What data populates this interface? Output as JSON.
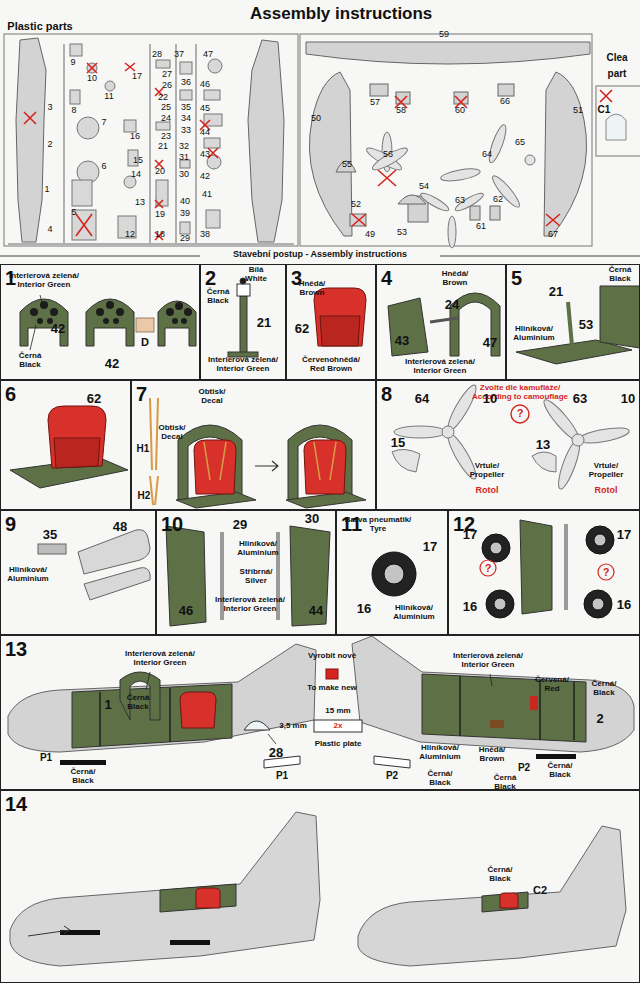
{
  "diagram": {
    "title": "Assembly instructions",
    "nodes": [
      {
        "text": [
          "1"
        ]
      },
      {
        "text": [
          "2"
        ]
      },
      {
        "text": [
          "3"
        ]
      },
      {
        "text": [
          "4"
        ]
      },
      {
        "text": [
          "5"
        ]
      },
      {
        "text": [
          "6"
        ]
      },
      {
        "text": [
          "7"
        ]
      },
      {
        "text": [
          "8"
        ]
      },
      {
        "text": [
          "9"
        ]
      },
      {
        "text": [
          "10"
        ]
      },
      {
        "text": [
          "11"
        ]
      },
      {
        "text": [
          "12"
        ]
      },
      {
        "text": [
          "13"
        ]
      },
      {
        "text": [
          "14"
        ]
      }
    ],
    "labels": [
      "Plastic parts",
      "28",
      "37",
      "9",
      "47",
      "10",
      "17",
      "27",
      "36",
      "46",
      "26",
      "11",
      "22",
      "3",
      "8",
      "25",
      "35",
      "45",
      "24",
      "34",
      "7",
      "16",
      "23",
      "33",
      "44",
      "2",
      "21",
      "32",
      "6",
      "15",
      "31",
      "43",
      "14",
      "20",
      "30",
      "42",
      "1",
      "41",
      "40",
      "13",
      "5",
      "19",
      "39",
      "4",
      "38",
      "29",
      "18",
      "12",
      "59",
      "57",
      "58",
      "60",
      "66",
      "50",
      "51",
      "55",
      "56",
      "65",
      "64",
      "63",
      "62",
      "61",
      "52",
      "53",
      "54",
      "49",
      "67",
      "Clea",
      "part",
      "C1",
      "Stavební postup - Assembly instructions",
      "Interierová zelená/ Interior Green",
      "42",
      "42",
      "Černá Black",
      "D",
      "Bílá White",
      "Černá Black",
      "21",
      "Interierová zelená/ Interior Green",
      "Hnědá/ Brown",
      "62",
      "Červenohnědá/ Red Brown",
      "Hnědá/ Brown",
      "24",
      "43",
      "47",
      "Interierová zelená/ Interior Green",
      "Černá Black",
      "21",
      "Hliníková/ Aluminium",
      "53",
      "62",
      "Obtisk/ Decal",
      "Obtisk/ Decal",
      "H1",
      "H2",
      "Zvolte dle kamufláže/ According to camouflage",
      "?",
      "64",
      "10",
      "15",
      "Vrtule/ Propeller",
      "Rotol",
      "63",
      "10",
      "13",
      "Vrtule/ Propeller",
      "Rotol",
      "48",
      "35",
      "Hliníková/ Aluminium",
      "29",
      "Hliníková/ Aluminium",
      "30",
      "Stříbrná/ Silver",
      "46",
      "Interierová zelená/ Interior Green",
      "44",
      "Barva pneumatik/ Tyre",
      "17",
      "16",
      "Hliníková/ Aluminium",
      "17",
      "?",
      "16",
      "17",
      "?",
      "16",
      "Interierová zelená/ Interior Green",
      "1",
      "Černá Black",
      "28",
      "Černá/ Black",
      "P1",
      "Vyrobit nové",
      "To make new",
      "15 mm",
      "2x",
      "3,5 mm",
      "Plastic plate",
      "P1",
      "P2",
      "Interierová zelená/ Interior Green",
      "Červená/ Red",
      "Černá/ Black",
      "2",
      "Hliníková/ Aluminium",
      "Hnědá/ Brown",
      "Černá/ Black",
      "P2",
      "Černá/ Black",
      "Černá Black",
      "Černá/ Black",
      "C2"
    ]
  }
}
